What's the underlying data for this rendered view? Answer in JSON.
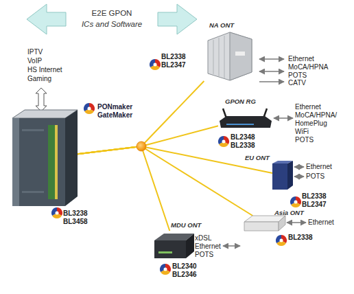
{
  "diagram": {
    "nodes": [
      {
        "text": [
          "E2E GPON",
          "ICs and Software"
        ]
      },
      {
        "text": [
          "NA ONT",
          "BL2338 BL2347"
        ]
      },
      {
        "text": [
          "BL3238 BL3458"
        ]
      },
      {
        "text": [
          "GPON RG",
          "BL2348 BL2338"
        ]
      },
      {
        "text": [
          "EU ONT",
          "BL2338 BL2347"
        ]
      },
      {
        "text": [
          "Asia ONT",
          "BL2338"
        ]
      },
      {
        "text": [
          "MDU ONT",
          "BL2340 BL2346"
        ]
      }
    ],
    "edges": [
      {
        "from": 2,
        "to": 1,
        "arrow": "none"
      },
      {
        "from": 2,
        "to": 3,
        "arrow": "none"
      },
      {
        "from": 2,
        "to": 4,
        "arrow": "none"
      },
      {
        "from": 2,
        "to": 5,
        "arrow": "none"
      },
      {
        "from": 2,
        "to": 6,
        "arrow": "none"
      }
    ],
    "labels": [
      "IPTV",
      "VoIP",
      "HS Internet",
      "Gaming",
      "PONmaker",
      "GateMaker",
      "Ethernet",
      "MoCA/HPNA",
      "POTS",
      "CATV",
      "Ethernet",
      "MoCA/HPNA/ HomePlug",
      "WiFi",
      "POTS",
      "Ethernet",
      "POTS",
      "Ethernet",
      "xDSL",
      "Ethernet",
      "POTS"
    ]
  }
}
